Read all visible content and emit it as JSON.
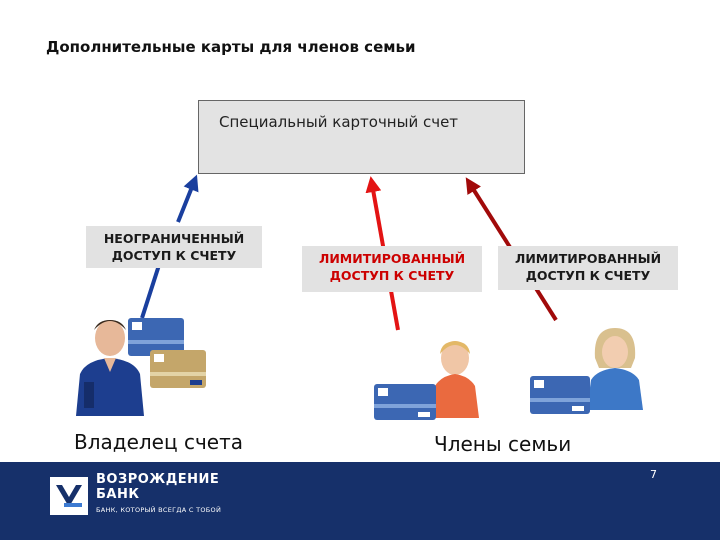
{
  "title": "Дополнительные карты для членов семьи",
  "account": {
    "label": "Специальный карточный счет"
  },
  "access_boxes": [
    {
      "line1": "НЕОГРАНИЧЕННЫЙ",
      "line2": "ДОСТУП К СЧЕТУ",
      "color": "#1a1a1a"
    },
    {
      "line1": "ЛИМИТИРОВАННЫЙ",
      "line2": "ДОСТУП К СЧЕТУ",
      "color": "#cc0000"
    },
    {
      "line1": "ЛИМИТИРОВАННЫЙ",
      "line2": "ДОСТУП К СЧЕТУ",
      "color": "#1a1a1a"
    }
  ],
  "captions": {
    "owner": "Владелец счета",
    "family": "Члены семьи"
  },
  "arrow_colors": {
    "owner": "#1a3f9e",
    "child": "#e31414",
    "woman": "#a10a0a"
  },
  "footer": {
    "bank_name_line1": "ВОЗРОЖДЕНИЕ",
    "bank_name_line2": "БАНК",
    "slogan": "БАНК, КОТОРЫЙ ВСЕГДА С ТОБОЙ",
    "page_number": "7",
    "background": "#16306a"
  }
}
